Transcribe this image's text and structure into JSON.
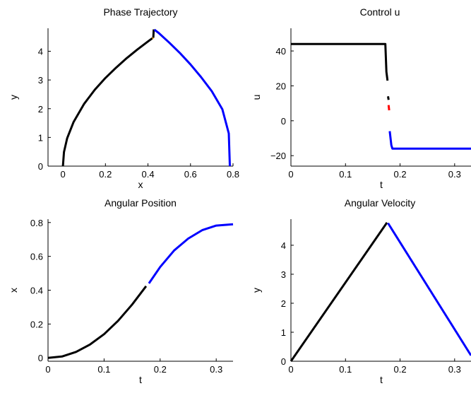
{
  "chart_data": [
    {
      "id": "phase",
      "type": "line",
      "title": "Phase Trajectory",
      "xlabel": "x",
      "ylabel": "y",
      "xlim": [
        -0.07,
        0.8
      ],
      "ylim": [
        0,
        4.8
      ],
      "xticks": [
        0,
        0.2,
        0.4,
        0.6,
        0.8
      ],
      "xtick_labels": [
        "0",
        "0.2",
        "0.4",
        "0.6",
        "0.8"
      ],
      "yticks": [
        0,
        1,
        2,
        3,
        4
      ],
      "ytick_labels": [
        "0",
        "1",
        "2",
        "3",
        "4"
      ],
      "series": [
        {
          "color": "#000000",
          "x": [
            0,
            0.005,
            0.02,
            0.05,
            0.1,
            0.15,
            0.2,
            0.25,
            0.3,
            0.35,
            0.4,
            0.42
          ],
          "y": [
            0,
            0.49,
            0.97,
            1.53,
            2.17,
            2.66,
            3.07,
            3.43,
            3.76,
            4.06,
            4.34,
            4.45
          ]
        },
        {
          "color": "#ffa500",
          "x": [
            0.42,
            0.425
          ],
          "y": [
            4.45,
            4.47
          ]
        },
        {
          "color": "#000000",
          "x": [
            0.425,
            0.427
          ],
          "y": [
            4.47,
            4.76
          ]
        },
        {
          "color": "#0000ff",
          "x": [
            0.43,
            0.45,
            0.5,
            0.55,
            0.6,
            0.65,
            0.7,
            0.75,
            0.78,
            0.785
          ],
          "y": [
            4.75,
            4.64,
            4.3,
            3.94,
            3.54,
            3.1,
            2.61,
            1.98,
            1.14,
            0
          ]
        }
      ]
    },
    {
      "id": "control",
      "type": "line",
      "title": "Control u",
      "xlabel": "t",
      "ylabel": "u",
      "xlim": [
        0,
        0.33
      ],
      "ylim": [
        -26,
        53
      ],
      "xticks": [
        0,
        0.1,
        0.2,
        0.3
      ],
      "xtick_labels": [
        "0",
        "0.1",
        "0.2",
        "0.3"
      ],
      "yticks": [
        -20,
        0,
        20,
        40
      ],
      "ytick_labels": [
        "−20",
        "0",
        "20",
        "40"
      ],
      "series": [
        {
          "color": "#000000",
          "x": [
            0,
            0.173,
            0.175,
            0.177
          ],
          "y": [
            44,
            44,
            28,
            23
          ]
        },
        {
          "color": "#000000",
          "x": [
            0.178,
            0.179
          ],
          "y": [
            14,
            12
          ]
        },
        {
          "color": "#ff0000",
          "x": [
            0.179,
            0.18
          ],
          "y": [
            9,
            6
          ]
        },
        {
          "color": "#0000ff",
          "x": [
            0.181,
            0.184,
            0.186,
            0.33
          ],
          "y": [
            -6,
            -14,
            -16,
            -16
          ]
        }
      ]
    },
    {
      "id": "angpos",
      "type": "line",
      "title": "Angular Position",
      "xlabel": "t",
      "ylabel": "x",
      "xlim": [
        0,
        0.33
      ],
      "ylim": [
        -0.02,
        0.82
      ],
      "xticks": [
        0,
        0.1,
        0.2,
        0.3
      ],
      "xtick_labels": [
        "0",
        "0.1",
        "0.2",
        "0.3"
      ],
      "yticks": [
        0,
        0.2,
        0.4,
        0.6,
        0.8
      ],
      "ytick_labels": [
        "0",
        "0.2",
        "0.4",
        "0.6",
        "0.8"
      ],
      "series": [
        {
          "color": "#000000",
          "x": [
            0,
            0.025,
            0.05,
            0.075,
            0.1,
            0.125,
            0.15,
            0.175
          ],
          "y": [
            0,
            0.008,
            0.035,
            0.079,
            0.14,
            0.219,
            0.315,
            0.424
          ]
        },
        {
          "color": "#0000ff",
          "x": [
            0.18,
            0.2,
            0.225,
            0.25,
            0.275,
            0.3,
            0.33
          ],
          "y": [
            0.44,
            0.537,
            0.635,
            0.705,
            0.755,
            0.782,
            0.79
          ]
        }
      ]
    },
    {
      "id": "angvel",
      "type": "line",
      "title": "Angular Velocity",
      "xlabel": "t",
      "ylabel": "y",
      "xlim": [
        0,
        0.33
      ],
      "ylim": [
        0,
        4.9
      ],
      "xticks": [
        0,
        0.1,
        0.2,
        0.3
      ],
      "xtick_labels": [
        "0",
        "0.1",
        "0.2",
        "0.3"
      ],
      "yticks": [
        0,
        1,
        2,
        3,
        4
      ],
      "ytick_labels": [
        "0",
        "1",
        "2",
        "3",
        "4"
      ],
      "series": [
        {
          "color": "#000000",
          "x": [
            0,
            0.176
          ],
          "y": [
            0,
            4.78
          ]
        },
        {
          "color": "#0000ff",
          "x": [
            0.178,
            0.33
          ],
          "y": [
            4.76,
            0.2
          ]
        }
      ]
    }
  ]
}
